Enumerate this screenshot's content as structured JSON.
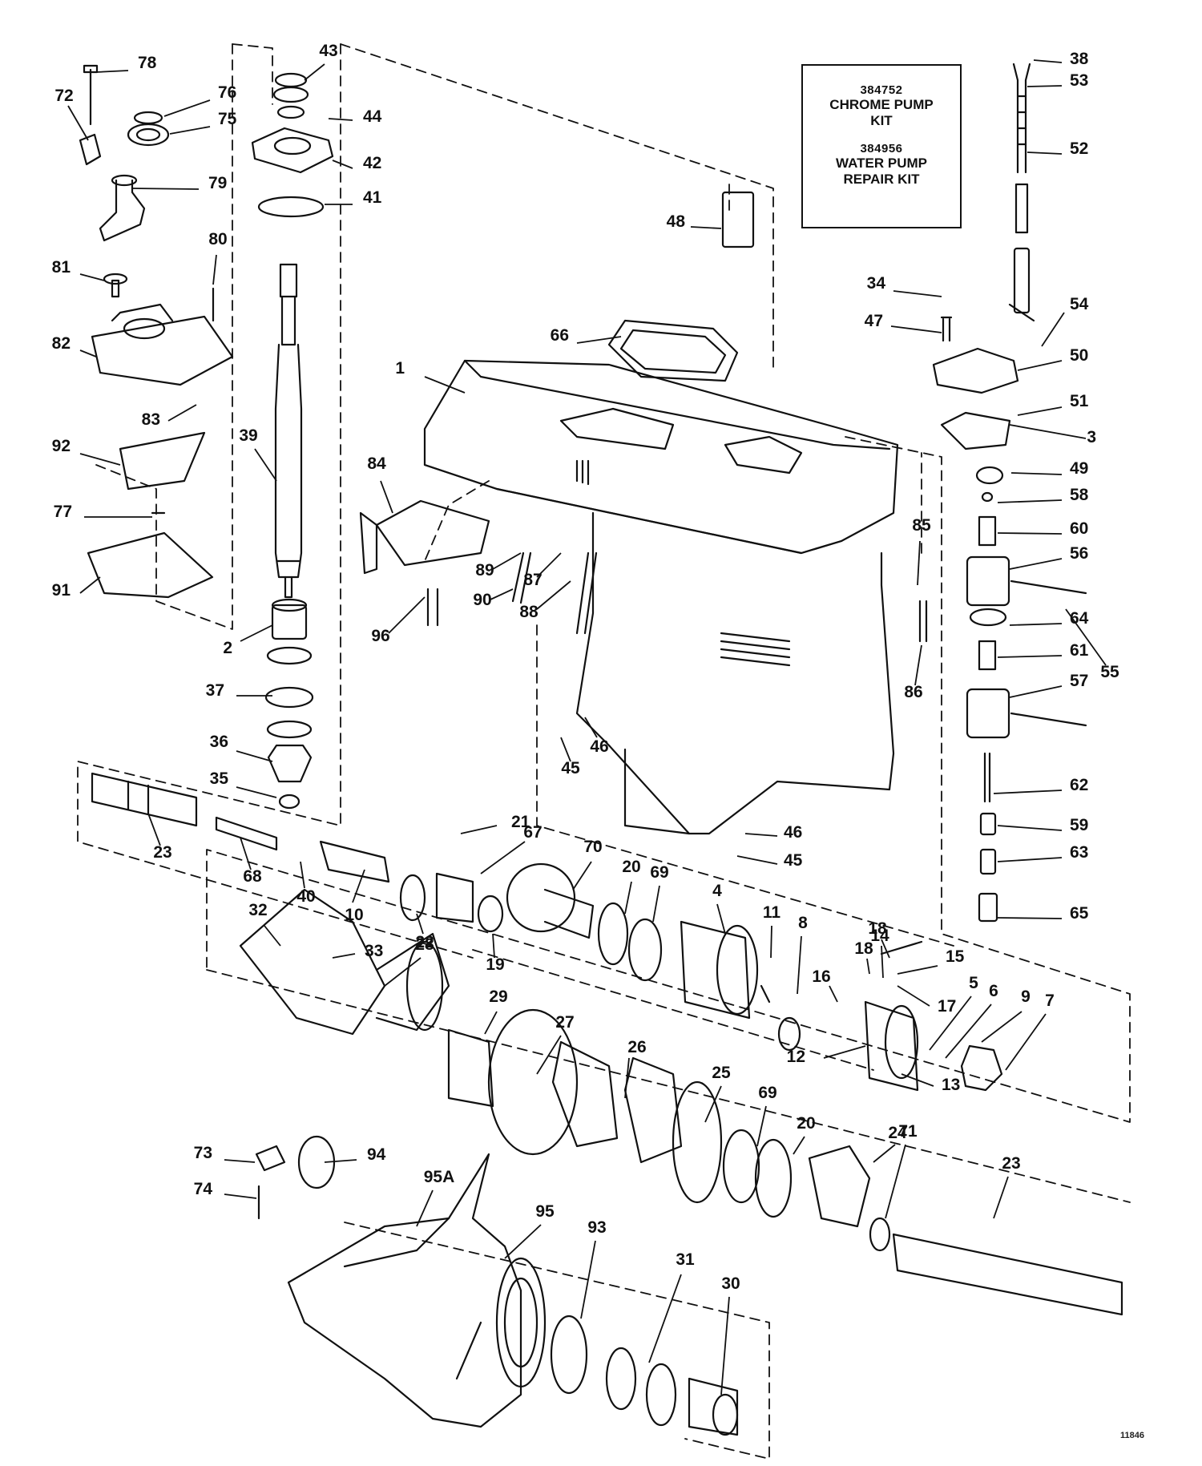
{
  "kit_box": {
    "kits": [
      {
        "number": "384752",
        "name_line1": "CHROME PUMP",
        "name_line2": "KIT"
      },
      {
        "number": "384956",
        "name_line1": "WATER PUMP",
        "name_line2": "REPAIR KIT"
      }
    ]
  },
  "drawing_number": "11846",
  "callouts": [
    "1",
    "2",
    "3",
    "4",
    "5",
    "6",
    "7",
    "8",
    "9",
    "10",
    "11",
    "12",
    "13",
    "14",
    "15",
    "16",
    "17",
    "18",
    "18",
    "19",
    "20",
    "20",
    "21",
    "22",
    "23",
    "23",
    "24",
    "25",
    "26",
    "27",
    "28",
    "29",
    "30",
    "31",
    "32",
    "33",
    "34",
    "35",
    "36",
    "37",
    "38",
    "39",
    "40",
    "41",
    "42",
    "43",
    "44",
    "45",
    "45",
    "46",
    "46",
    "47",
    "48",
    "49",
    "50",
    "51",
    "52",
    "53",
    "54",
    "55",
    "56",
    "57",
    "58",
    "59",
    "60",
    "61",
    "62",
    "63",
    "64",
    "65",
    "66",
    "67",
    "68",
    "69",
    "69",
    "70",
    "71",
    "72",
    "73",
    "74",
    "75",
    "76",
    "77",
    "78",
    "79",
    "80",
    "81",
    "82",
    "83",
    "84",
    "85",
    "86",
    "87",
    "88",
    "89",
    "90",
    "91",
    "92",
    "93",
    "94",
    "95",
    "95A",
    "96"
  ]
}
